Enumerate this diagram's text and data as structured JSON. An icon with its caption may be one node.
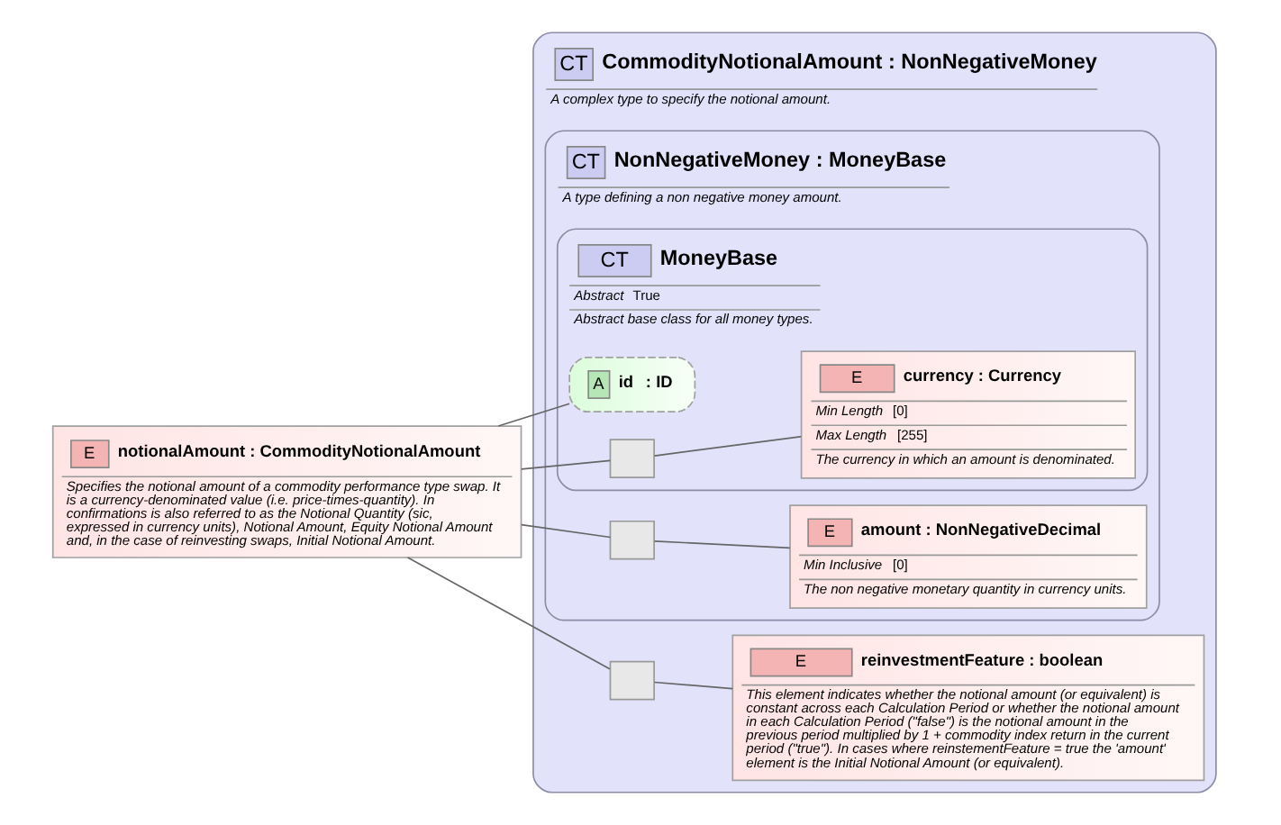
{
  "diagram": {
    "nodes": [
      {
        "text": [
          "E",
          "notionalAmount : CommodityNotionalAmount",
          "Specifies the notional amount of a commodity performance type swap. It is a currency-denominated value (i.e. price-times-quantity). In confirmations is also referred to as the Notional Quantity (sic, expressed in currency units), Notional Amount, Equity Notional Amount and, in the case of reinvesting swaps, Initial Notional Amount."
        ]
      },
      {
        "text": [
          "CT",
          "CommodityNotionalAmount : NonNegativeMoney",
          "A complex type to specify the notional amount."
        ]
      },
      {
        "text": [
          "CT",
          "NonNegativeMoney : MoneyBase",
          "A type defining a non negative money amount."
        ],
        "in": 1
      },
      {
        "text": [
          "CT",
          "MoneyBase",
          "Abstract",
          "True",
          "Abstract base class for all money types."
        ],
        "in": 2
      },
      {
        "text": [
          "A",
          "id",
          ": ID"
        ],
        "in": 3
      },
      {
        "text": [],
        "shape": "box",
        "in": 3
      },
      {
        "text": [
          "E",
          "currency : Currency",
          "Min Length",
          "[0]",
          "Max Length",
          "[255]",
          "The currency in which an amount is denominated."
        ],
        "in": 3
      },
      {
        "text": [],
        "shape": "box",
        "in": 2
      },
      {
        "text": [
          "E",
          "amount : NonNegativeDecimal",
          "Min Inclusive",
          "[0]",
          "The non negative monetary quantity in currency units."
        ],
        "in": 2
      },
      {
        "text": [],
        "shape": "box",
        "in": 1
      },
      {
        "text": [
          "E",
          "reinvestmentFeature : boolean",
          "This element indicates whether the notional amount (or equivalent) is constant across each Calculation Period or whether the notional amount in each Calculation Period (\"false\") is the notional amount in the previous period multiplied by 1 + commodity index return in the current period (\"true\"). In cases where reinstementFeature = true the 'amount' element is the Initial Notional Amount (or equivalent)."
        ],
        "in": 1
      }
    ],
    "edges": [
      {
        "from": 0,
        "to": 4,
        "arrow": "none"
      },
      {
        "from": 0,
        "to": 5,
        "arrow": "none"
      },
      {
        "from": 5,
        "to": 6,
        "arrow": "none"
      },
      {
        "from": 0,
        "to": 7,
        "arrow": "none"
      },
      {
        "from": 7,
        "to": 8,
        "arrow": "none"
      },
      {
        "from": 0,
        "to": 9,
        "arrow": "none"
      },
      {
        "from": 9,
        "to": 10,
        "arrow": "none"
      }
    ]
  }
}
